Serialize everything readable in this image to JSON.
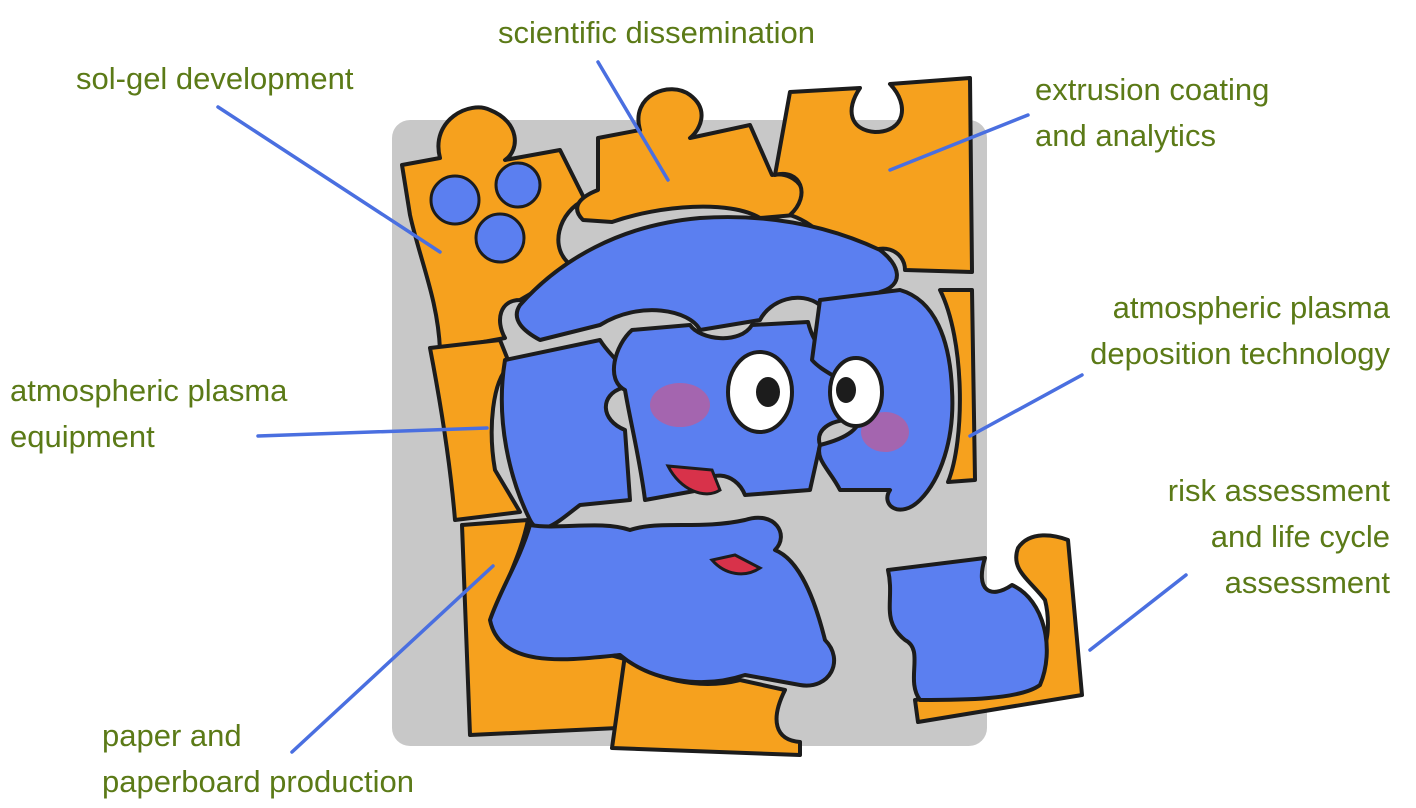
{
  "labels": {
    "scientific_dissemination": [
      "scientific dissemination"
    ],
    "sol_gel": [
      "sol-gel development"
    ],
    "extrusion": [
      "extrusion coating",
      "and analytics"
    ],
    "plasma_deposition": [
      "atmospheric plasma",
      "deposition technology"
    ],
    "plasma_equipment": [
      "atmospheric plasma",
      "equipment"
    ],
    "risk_assessment": [
      "risk assessment",
      "and life cycle",
      "assessment"
    ],
    "paper": [
      "paper and",
      "paperboard production"
    ]
  },
  "colors": {
    "label_text": "#5b7a17",
    "leader_line": "#4a6fe0",
    "piece_orange": "#f6a11e",
    "piece_blue": "#5b7ff0",
    "outline": "#1c1c1c",
    "shadow": "#9a9a9a",
    "cheek": "#e0507a",
    "mouth": "#d8324a"
  }
}
